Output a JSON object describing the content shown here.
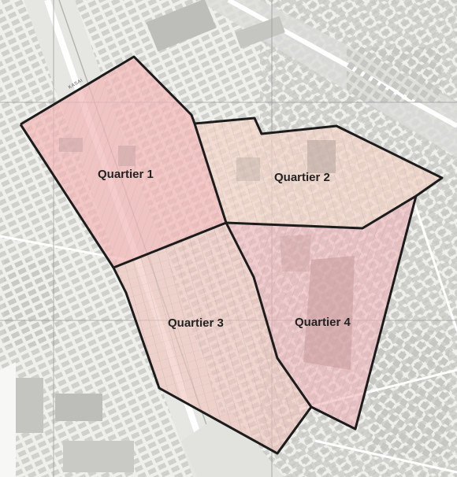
{
  "map": {
    "colors": {
      "background": "#f1f1ef",
      "building": "#c9c9c6",
      "building_dark": "#a9a9a6",
      "road": "#ffffff",
      "grid_line": "#9a9a9a",
      "district_border": "#1e1e1e",
      "quartier_fill": "#f2b9b9",
      "quartier_2_fill": "#f3d6cc"
    },
    "street_label": "KASAI",
    "quartiers": [
      {
        "id": "q1",
        "label": "Quartier 1"
      },
      {
        "id": "q2",
        "label": "Quartier 2"
      },
      {
        "id": "q3",
        "label": "Quartier 3"
      },
      {
        "id": "q4",
        "label": "Quartier 4"
      }
    ]
  }
}
